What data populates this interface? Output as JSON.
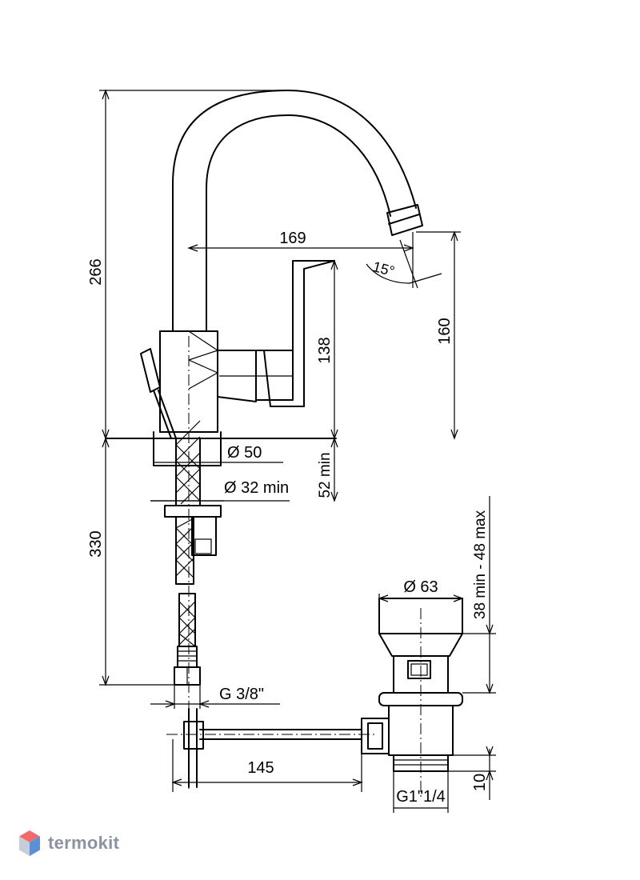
{
  "dimensions": {
    "overall_height": "266",
    "spout_reach": "169",
    "spout_angle": "15°",
    "spout_height": "160",
    "lever_height": "138",
    "base_diameter": "Ø 50",
    "hole_min_diameter": "Ø 32 min",
    "deck_thickness_min": "52 min",
    "hose_length": "330",
    "hose_connection": "G 3/8\"",
    "drain_cap_diameter": "Ø 63",
    "drain_body_range": "38 min - 48 max",
    "rod_length": "145",
    "waste_thread": "G1\"1/4",
    "thread_length": "10"
  },
  "watermark": {
    "text": "termokit",
    "colors": {
      "hex_top": "#f26b6b",
      "hex_right": "#5b8fd6",
      "hex_left": "#c7cdd8"
    }
  }
}
